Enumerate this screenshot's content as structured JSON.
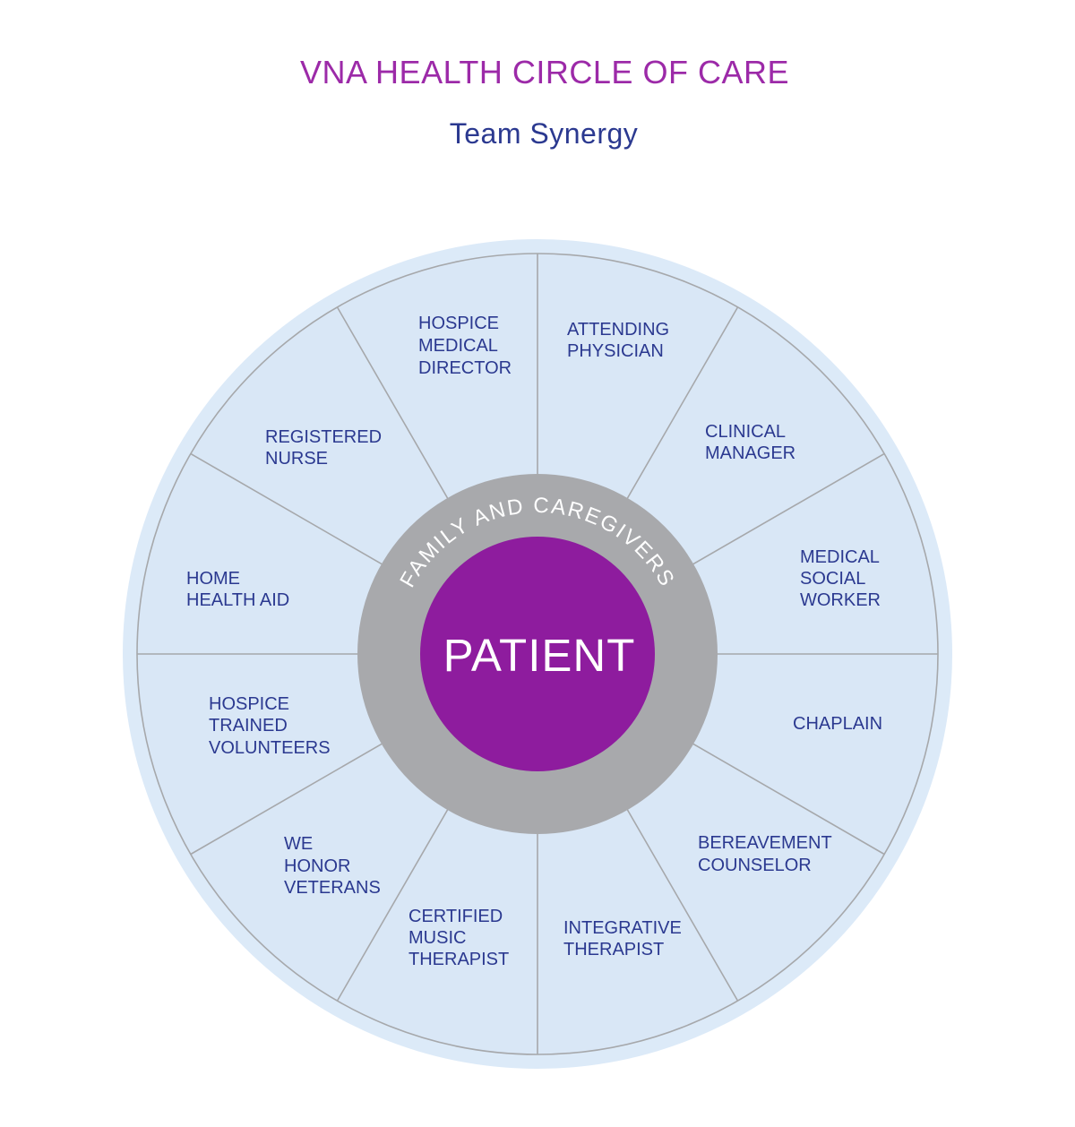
{
  "header": {
    "title": "VNA HEALTH CIRCLE OF CARE",
    "subtitle": "Team Synergy"
  },
  "colors": {
    "background": "#FFFFFF",
    "title": "#9C2AA8",
    "subtitle": "#2B3990",
    "label": "#2B3990",
    "halo": "#DCEAF8",
    "wedge": "#D9E7F6",
    "divider": "#A6A8AB",
    "ring": "#A8A9AC",
    "ring_text": "#FFFFFF",
    "center": "#8E1C9E",
    "center_text": "#FFFFFF"
  },
  "wheel": {
    "center_label": "PATIENT",
    "ring_label": "FAMILY AND CAREGIVERS",
    "segments": [
      {
        "lines": [
          "ATTENDING",
          "PHYSICIAN"
        ]
      },
      {
        "lines": [
          "CLINICAL",
          "MANAGER"
        ]
      },
      {
        "lines": [
          "MEDICAL",
          "SOCIAL",
          "WORKER"
        ]
      },
      {
        "lines": [
          "CHAPLAIN"
        ]
      },
      {
        "lines": [
          "BEREAVEMENT",
          "COUNSELOR"
        ]
      },
      {
        "lines": [
          "INTEGRATIVE",
          "THERAPIST"
        ]
      },
      {
        "lines": [
          "CERTIFIED",
          "MUSIC",
          "THERAPIST"
        ]
      },
      {
        "lines": [
          "WE",
          "HONOR",
          "VETERANS"
        ]
      },
      {
        "lines": [
          "HOSPICE",
          "TRAINED",
          "VOLUNTEERS"
        ]
      },
      {
        "lines": [
          "HOME",
          "HEALTH AID"
        ]
      },
      {
        "lines": [
          "REGISTERED",
          "NURSE"
        ]
      },
      {
        "lines": [
          "HOSPICE",
          "MEDICAL",
          "DIRECTOR"
        ]
      }
    ]
  }
}
